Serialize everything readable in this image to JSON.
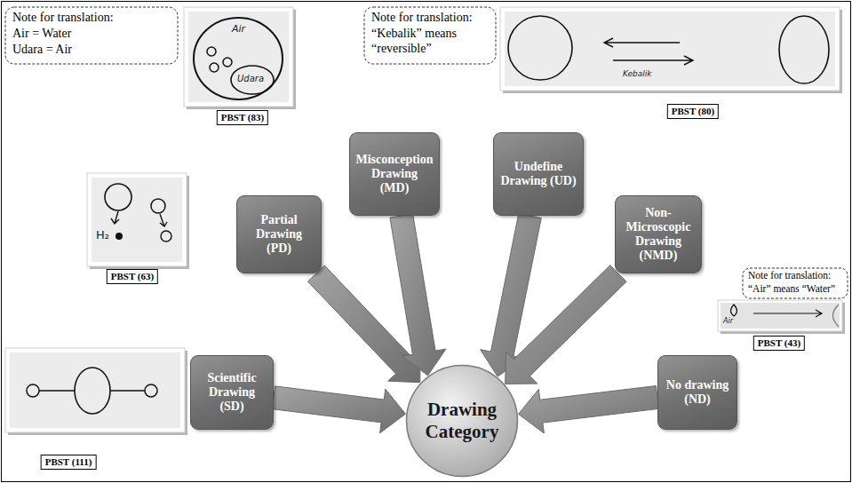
{
  "diagram": {
    "nodes": [
      {
        "text": [
          "Scientific Drawing (SD)"
        ]
      },
      {
        "text": [
          "Partial Drawing (PD)"
        ]
      },
      {
        "text": [
          "Misconception Drawing (MD)"
        ]
      },
      {
        "text": [
          "Undefine Drawing (UD)"
        ]
      },
      {
        "text": [
          "Non-Microscopic Drawing (NMD)"
        ]
      },
      {
        "text": [
          "No drawing (ND)"
        ]
      },
      {
        "text": [
          "Drawing Category"
        ]
      }
    ],
    "edges": [
      {
        "from": 0,
        "to": 6,
        "arrow": "to"
      },
      {
        "from": 1,
        "to": 6,
        "arrow": "to"
      },
      {
        "from": 2,
        "to": 6,
        "arrow": "to"
      },
      {
        "from": 3,
        "to": 6,
        "arrow": "to"
      },
      {
        "from": 4,
        "to": 6,
        "arrow": "to"
      },
      {
        "from": 5,
        "to": 6,
        "arrow": "to"
      }
    ],
    "labels": [
      "Note for translation:",
      "Air = Water",
      "Udara = Air",
      "PBST (83)",
      "Air",
      "Udara",
      "Note for translation:",
      "“Kebalik” means “reversible”",
      "PBST (80)",
      "Kebalik",
      "PBST (63)",
      "H₂",
      "Note for translation:",
      "“Air” means “Water”",
      "PBST (43)",
      "Air",
      "PBST (111)"
    ]
  }
}
